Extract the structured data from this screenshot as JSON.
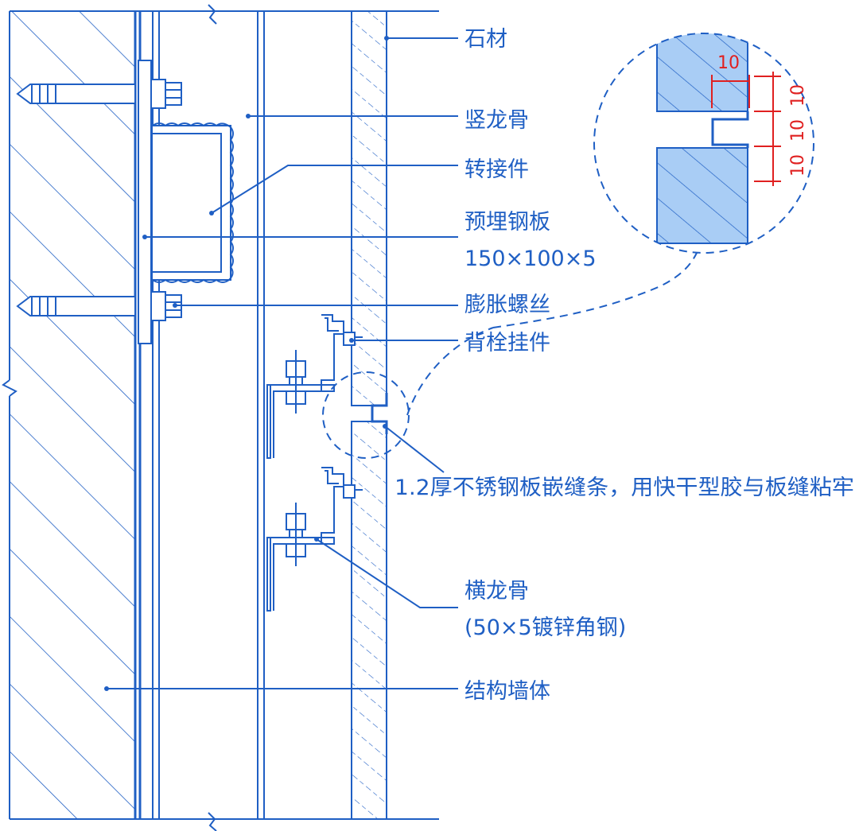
{
  "labels": {
    "stone": "石材",
    "vertical_keel": "竖龙骨",
    "adapter": "转接件",
    "embedded_plate_title": "预埋钢板",
    "embedded_plate_spec": "150×100×5",
    "expansion_bolt": "膨胀螺丝",
    "back_anchor": "背栓挂件",
    "joint_strip": "1.2厚不锈钢板嵌缝条，用快干型胶与板缝粘牢",
    "horizontal_keel_title": "横龙骨",
    "horizontal_keel_spec": "(50×5镀锌角钢)",
    "structural_wall": "结构墙体"
  },
  "detail_dimensions": {
    "width": "10",
    "heights": [
      "10",
      "10",
      "10"
    ]
  },
  "colors": {
    "line": "#1f5fc4",
    "stone_fill": "#a9cdf5",
    "dimension": "#e02020"
  }
}
